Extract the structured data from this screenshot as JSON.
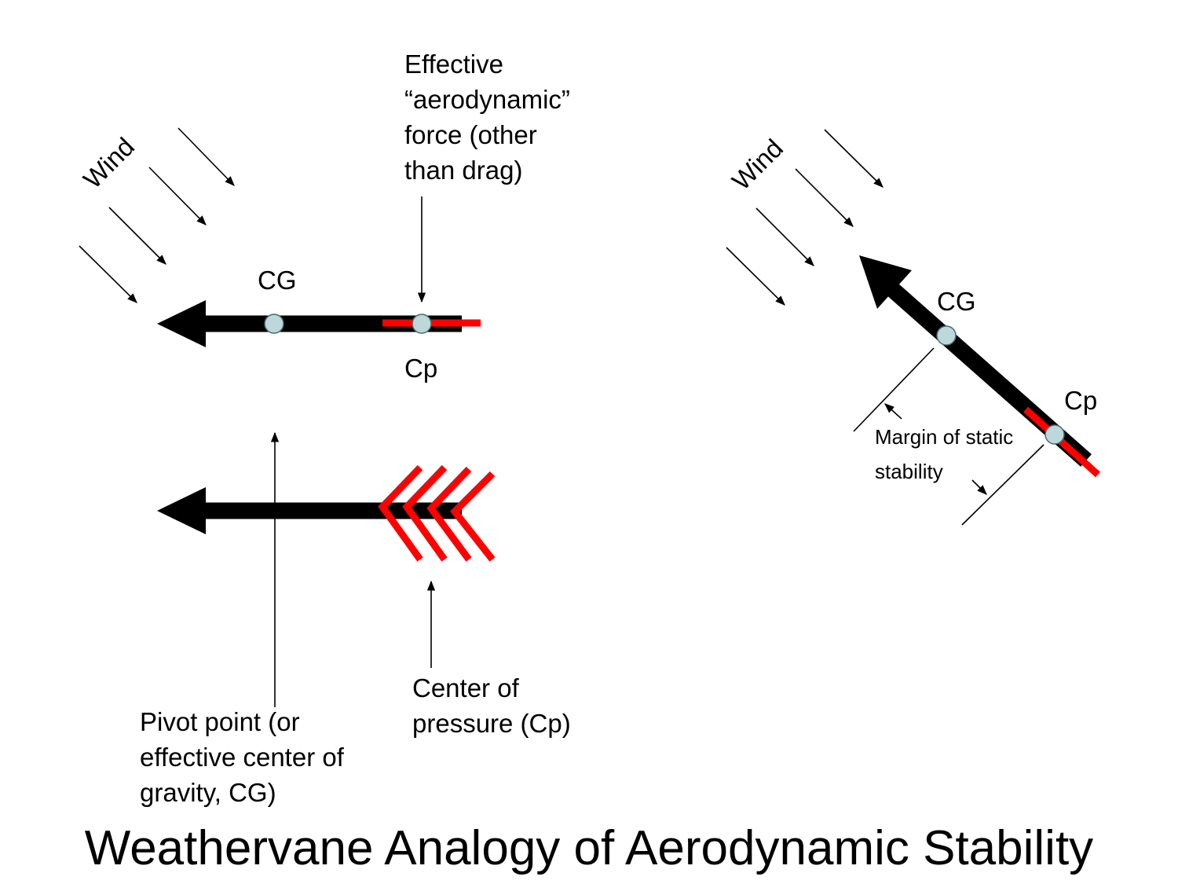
{
  "diagram": {
    "title": "Weathervane Analogy of Aerodynamic Stability",
    "panel_left_top": {
      "wind_label": "Wind",
      "cg_label": "CG",
      "cp_label": "Cp",
      "force_label_lines": [
        "Effective",
        "“aerodynamic”",
        "force (other",
        "than drag)"
      ]
    },
    "panel_left_bottom": {
      "pivot_label_lines": [
        "Pivot point (or",
        "effective  center of",
        "gravity, CG)"
      ],
      "cp_label_lines": [
        "Center of",
        "pressure (Cp)"
      ]
    },
    "panel_right": {
      "wind_label": "Wind",
      "cg_label": "CG",
      "cp_label": "Cp",
      "margin_label_lines": [
        "Margin of static",
        "stability"
      ]
    }
  },
  "colors": {
    "shaft": "#000000",
    "tail": "#ff0000",
    "point_fill": "#bcd8da",
    "point_stroke": "#4a6a6c"
  }
}
